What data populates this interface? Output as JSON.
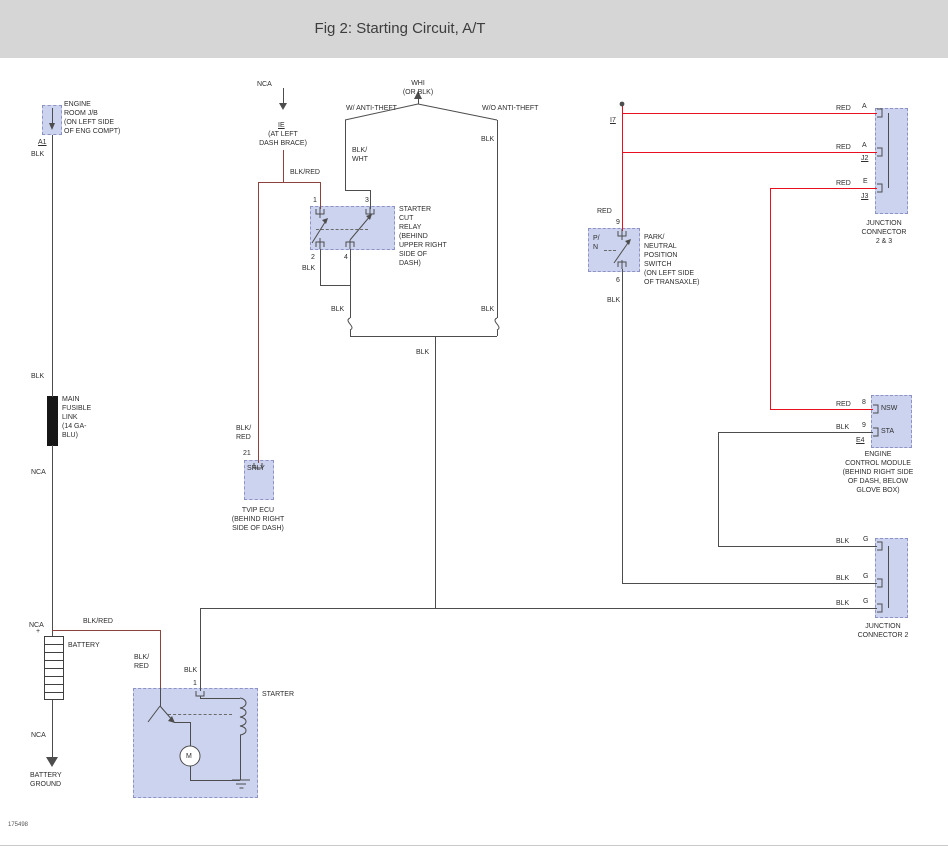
{
  "header": {
    "title": "Fig 2: Starting Circuit, A/T"
  },
  "footer": {
    "doc_id": "175498"
  },
  "colors": {
    "header_bg": "#d6d6d6",
    "wire_black": "#4d4d4d",
    "wire_red": "#e8101f",
    "wire_blkred": "#8e413d",
    "component_fill": "#ccd3ee",
    "component_border": "#8d93c5"
  },
  "left_branch": {
    "engine_room_jb": {
      "name": "ENGINE\nROOM J/B\n(ON LEFT SIDE\nOF ENG COMPT)",
      "connector_id": "A1"
    },
    "wire_top": "BLK",
    "wire_mid": "BLK",
    "fusible_link": "MAIN\nFUSIBLE\nLINK\n(14 GA-\nBLU)",
    "nca_upper": "NCA",
    "nca_battery": "NCA",
    "nca_lower": "NCA",
    "branch_wire": "BLK/RED",
    "battery_plus": "+",
    "battery": "BATTERY",
    "ground": "BATTERY\nGROUND"
  },
  "ie_feed": {
    "nca": "NCA",
    "connector_id": "IE",
    "location": "(AT LEFT\nDASH BRACE)",
    "wire": "BLK/RED"
  },
  "ignition": {
    "wire": "WHI\n(OR BLK)",
    "with_anti_theft": "W/ ANTI-THEFT",
    "without_anti_theft": "W/O ANTI-THEFT",
    "wire_blk_wht": "BLK/\nWHT",
    "blk_right_upper": "BLK",
    "blk_left_lower": "BLK",
    "blk_right_lower": "BLK",
    "blk_merged": "BLK"
  },
  "relay": {
    "pin1": "1",
    "pin2": "2",
    "pin3": "3",
    "pin4": "4",
    "wire_pin2": "BLK",
    "name": "STARTER\nCUT\nRELAY\n(BEHIND\nUPPER RIGHT\nSIDE OF\nDASH)"
  },
  "tvip": {
    "wire": "BLK/\nRED",
    "pin": "21",
    "terminal": "SRLY",
    "name": "TVIP ECU\n(BEHIND RIGHT\nSIDE OF DASH)"
  },
  "pn": {
    "splice_id": "I7",
    "wire_top": "RED",
    "pin_top": "9",
    "terminal": "P/\nN",
    "pin_bottom": "6",
    "wire_bottom": "BLK",
    "name": "PARK/\nNEUTRAL\nPOSITION\nSWITCH\n(ON LEFT SIDE\nOF TRANSAXLE)"
  },
  "jc23": {
    "pins": [
      {
        "wire": "RED",
        "pin": "A",
        "id": ""
      },
      {
        "wire": "RED",
        "pin": "A",
        "id": "J2"
      },
      {
        "wire": "RED",
        "pin": "E",
        "id": "J3"
      }
    ],
    "name": "JUNCTION\nCONNECTOR\n2 & 3"
  },
  "ecm": {
    "pins": [
      {
        "wire": "RED",
        "pin": "8",
        "terminal": "NSW"
      },
      {
        "wire": "BLK",
        "pin": "9",
        "terminal": "STA"
      }
    ],
    "connector_id": "E4",
    "name": "ENGINE\nCONTROL MODULE\n(BEHIND RIGHT SIDE\nOF DASH, BELOW\nGLOVE BOX)"
  },
  "jc2": {
    "pins": [
      {
        "wire": "BLK",
        "pin": "G"
      },
      {
        "wire": "BLK",
        "pin": "G"
      },
      {
        "wire": "BLK",
        "pin": "G"
      }
    ],
    "name": "JUNCTION\nCONNECTOR 2"
  },
  "starter": {
    "feed_wire": "BLK/\nRED",
    "trigger_wire": "BLK",
    "pin": "1",
    "name": "STARTER",
    "motor": "M"
  }
}
